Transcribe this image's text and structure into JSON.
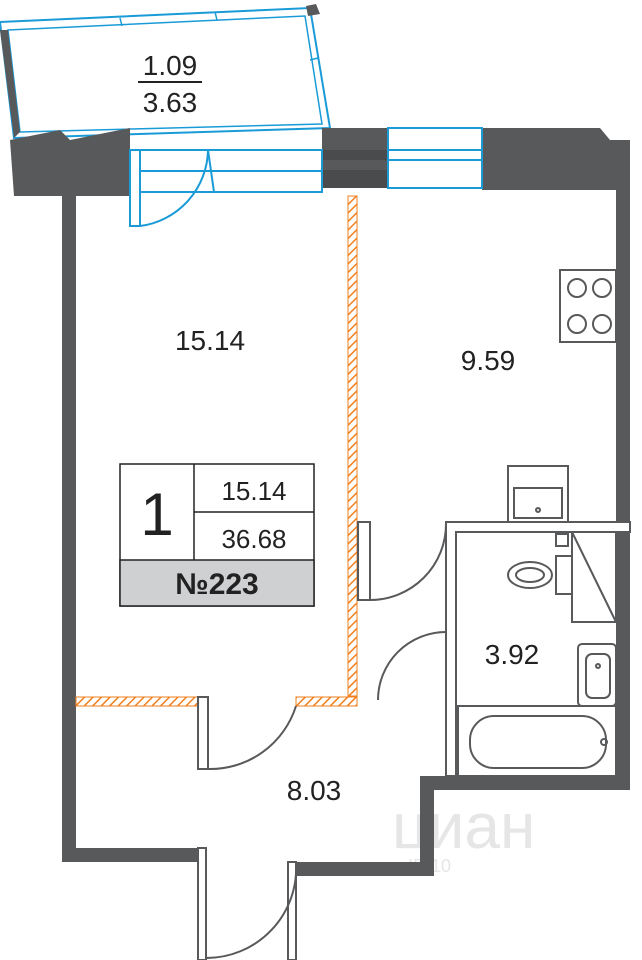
{
  "rooms": {
    "balcony_top": "1.09",
    "balcony_bottom": "3.63",
    "living": "15.14",
    "kitchen": "9.59",
    "bathroom": "3.92",
    "hall": "8.03"
  },
  "info_box": {
    "rooms_count": "1",
    "living_area": "15.14",
    "total_area": "36.68",
    "apartment_no": "№223"
  },
  "watermark": {
    "brand": "циан",
    "id": "ID 10"
  },
  "colors": {
    "wall": "#58595b",
    "window": "#1a9bd7",
    "partition": "#f07f1e",
    "label_bg": "#cfd0d2"
  }
}
